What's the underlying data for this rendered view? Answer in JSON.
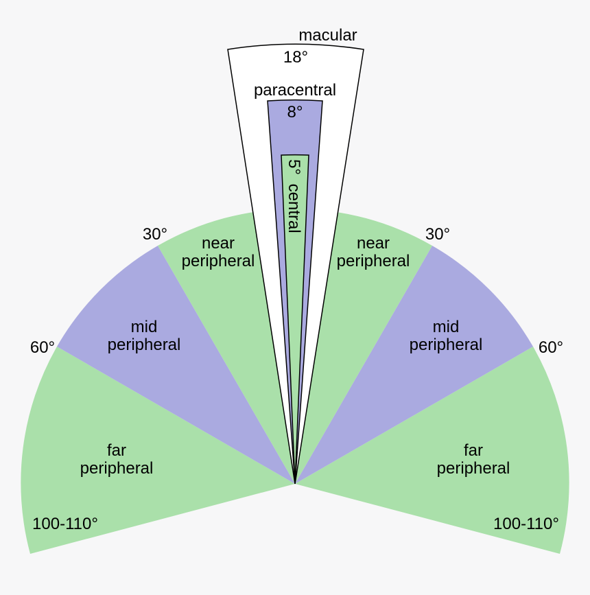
{
  "colors": {
    "background": "#f7f7f8",
    "green": "#aae0aa",
    "purple": "#aaaae0",
    "outline": "#000000"
  },
  "regions": {
    "macular": {
      "name": "macular",
      "angle": "18°"
    },
    "paracentral": {
      "name": "paracentral",
      "angle": "8°"
    },
    "central": {
      "name": "central",
      "angle": "5°"
    },
    "near_left": {
      "line1": "near",
      "line2": "peripheral"
    },
    "near_right": {
      "line1": "near",
      "line2": "peripheral"
    },
    "mid_left": {
      "line1": "mid",
      "line2": "peripheral"
    },
    "mid_right": {
      "line1": "mid",
      "line2": "peripheral"
    },
    "far_left": {
      "line1": "far",
      "line2": "peripheral"
    },
    "far_right": {
      "line1": "far",
      "line2": "peripheral"
    }
  },
  "boundaries": {
    "left_30": "30°",
    "right_30": "30°",
    "left_60": "60°",
    "right_60": "60°",
    "left_outer": "100-110°",
    "right_outer": "100-110°"
  }
}
